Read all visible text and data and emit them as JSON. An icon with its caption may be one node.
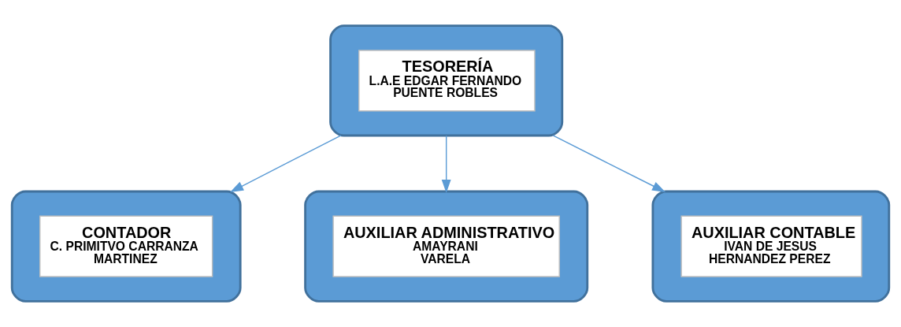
{
  "diagram": {
    "nodes": [
      {
        "text": [
          "TESORERÍA",
          "L.A.E EDGAR FERNANDO PUENTE ROBLES"
        ]
      },
      {
        "text": [
          "CONTADOR",
          "C. PRIMITVO CARRANZA MARTINEZ"
        ]
      },
      {
        "text": [
          "AUXILIAR ADMINISTRATIVO",
          "AMAYRANI VARELA"
        ]
      },
      {
        "text": [
          "AUXILIAR CONTABLE",
          "IVAN DE JESUS HERNANDEZ PEREZ"
        ]
      }
    ],
    "edges": [
      {
        "from": 0,
        "to": 1,
        "arrow": "to"
      },
      {
        "from": 0,
        "to": 2,
        "arrow": "to"
      },
      {
        "from": 0,
        "to": 3,
        "arrow": "to"
      }
    ]
  }
}
